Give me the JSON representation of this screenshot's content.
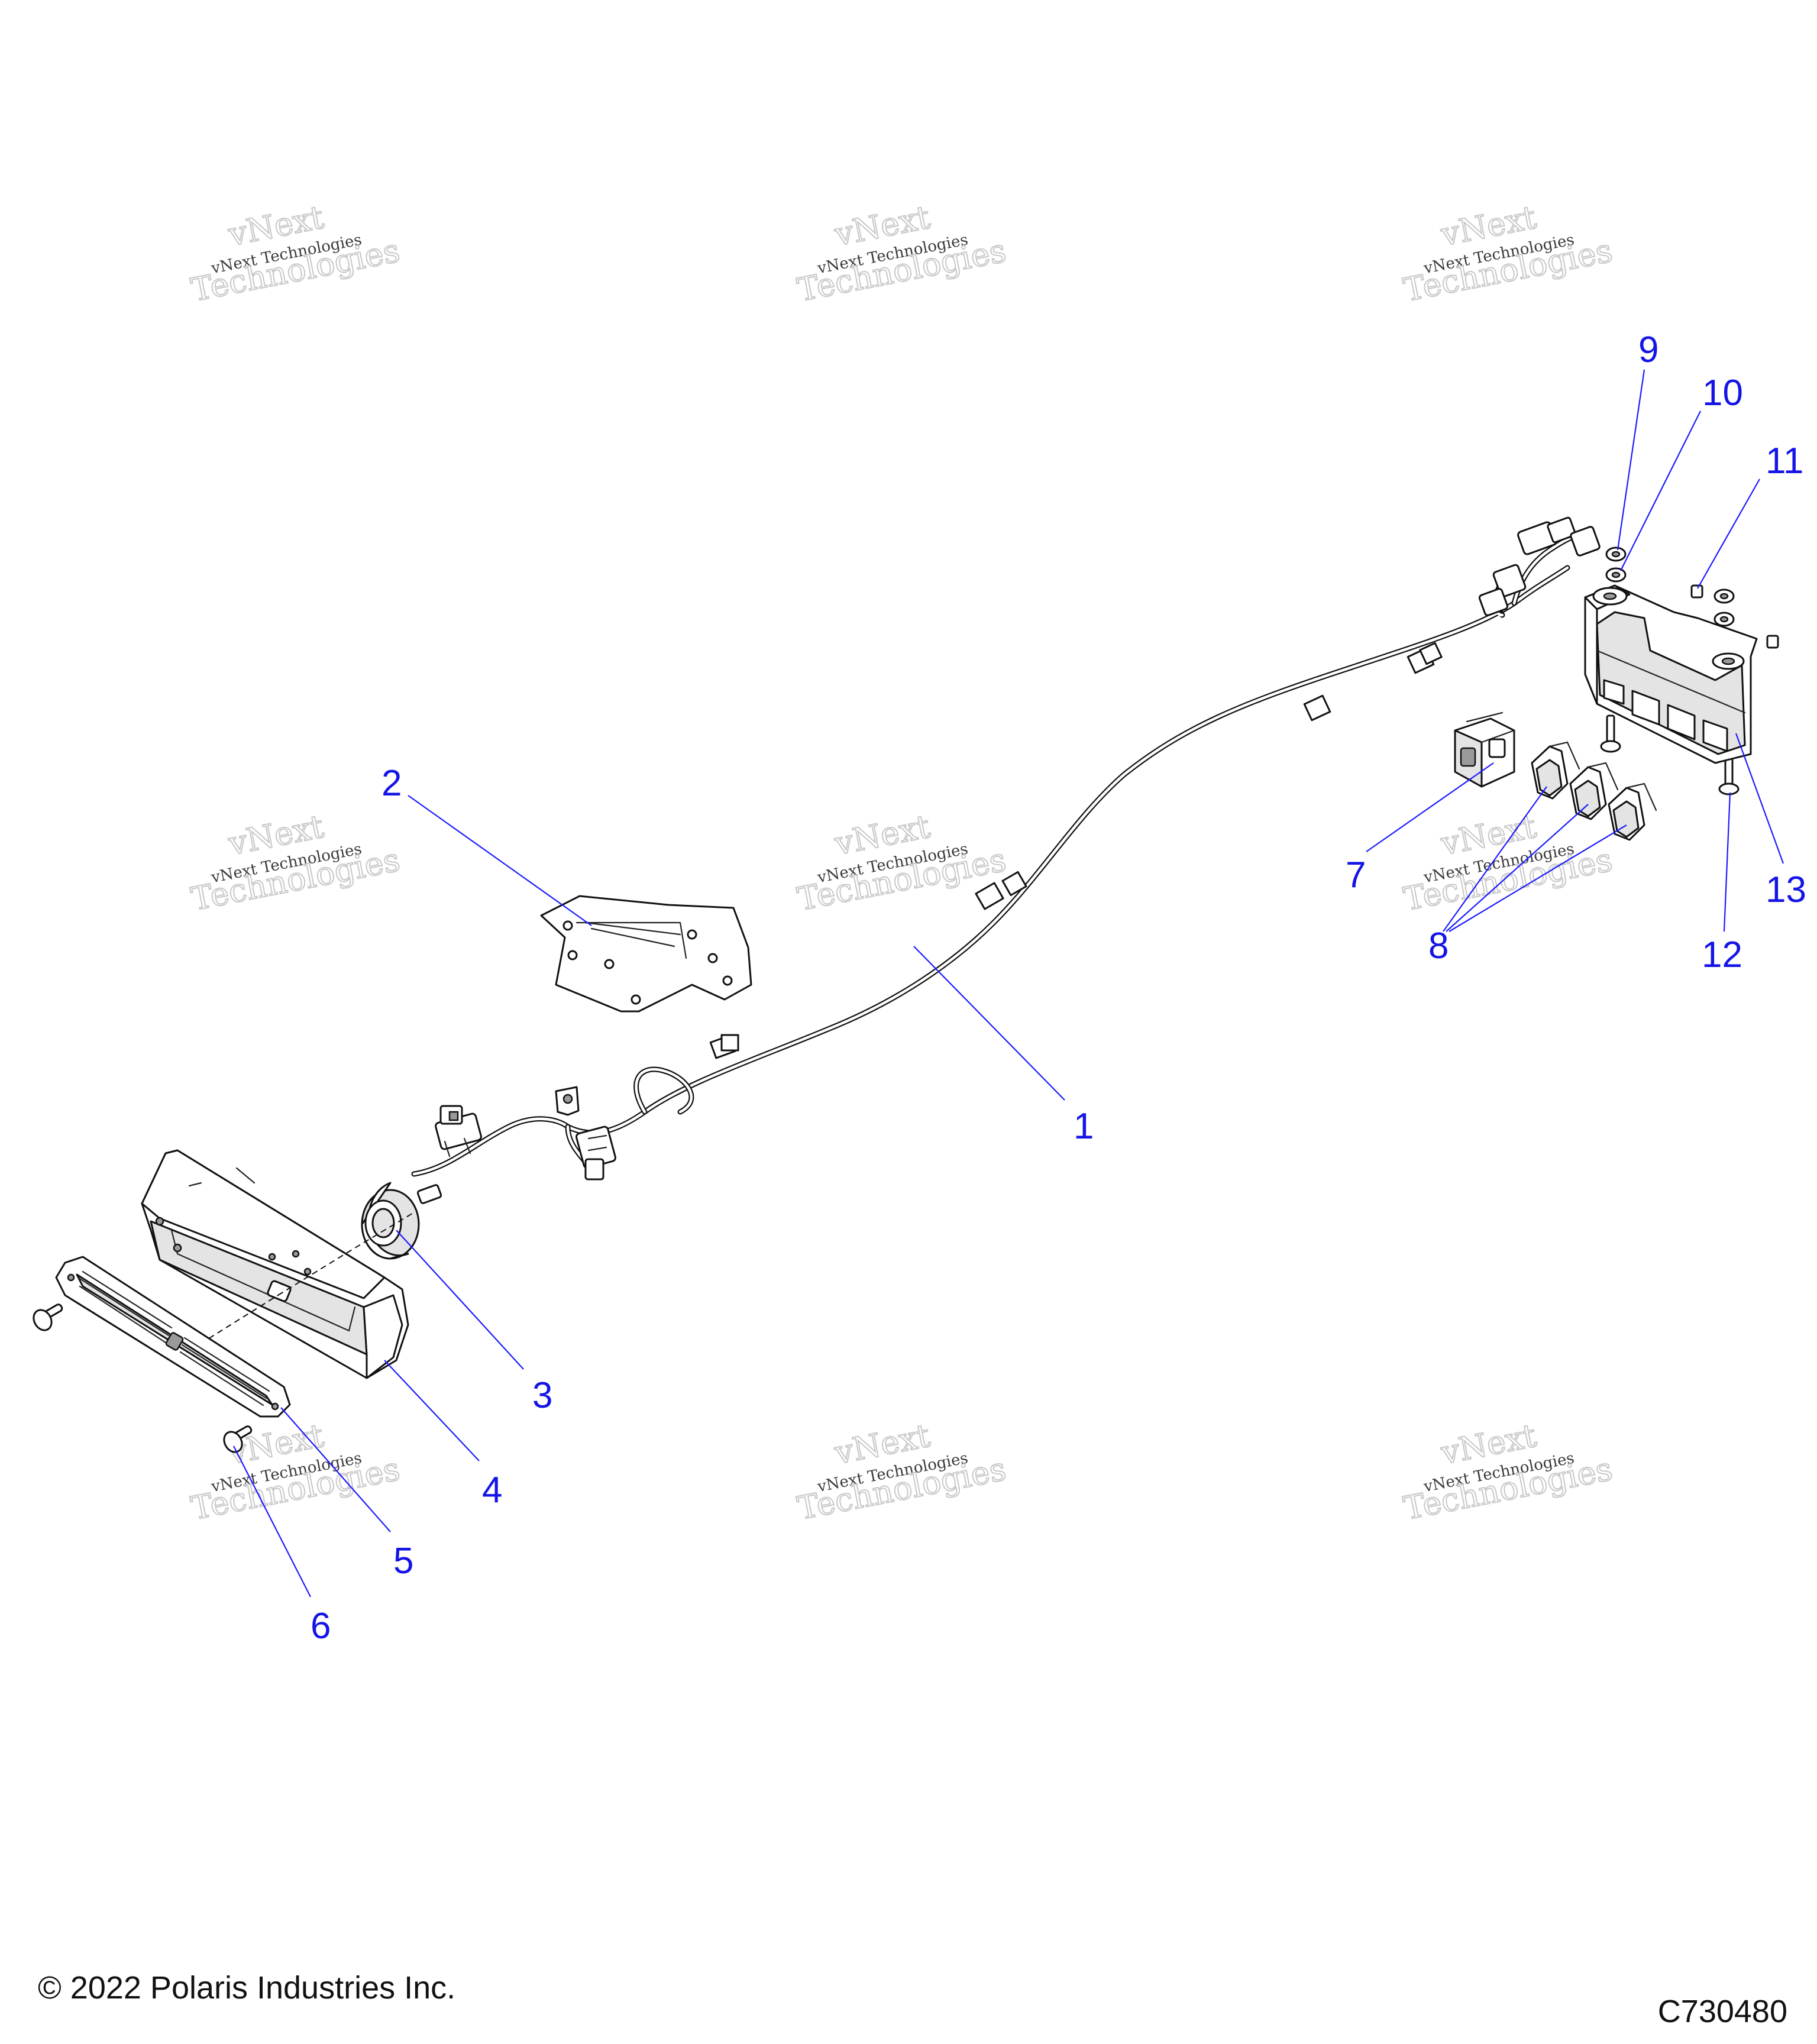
{
  "watermark": {
    "line1": "vNext",
    "line2": "vNext Technologies",
    "line3": "Technologies"
  },
  "callouts": [
    {
      "id": "1",
      "label": "1"
    },
    {
      "id": "2",
      "label": "2"
    },
    {
      "id": "3",
      "label": "3"
    },
    {
      "id": "4",
      "label": "4"
    },
    {
      "id": "5",
      "label": "5"
    },
    {
      "id": "6",
      "label": "6"
    },
    {
      "id": "7",
      "label": "7"
    },
    {
      "id": "8",
      "label": "8"
    },
    {
      "id": "9",
      "label": "9"
    },
    {
      "id": "10",
      "label": "10"
    },
    {
      "id": "11",
      "label": "11"
    },
    {
      "id": "12",
      "label": "12"
    },
    {
      "id": "13",
      "label": "13"
    }
  ],
  "footer": {
    "copyright": "© 2022 Polaris Industries Inc.",
    "drawing_number": "C730480"
  },
  "colors": {
    "callout": "#1414e6",
    "line": "#111111",
    "watermark": "#c8c8c8"
  }
}
